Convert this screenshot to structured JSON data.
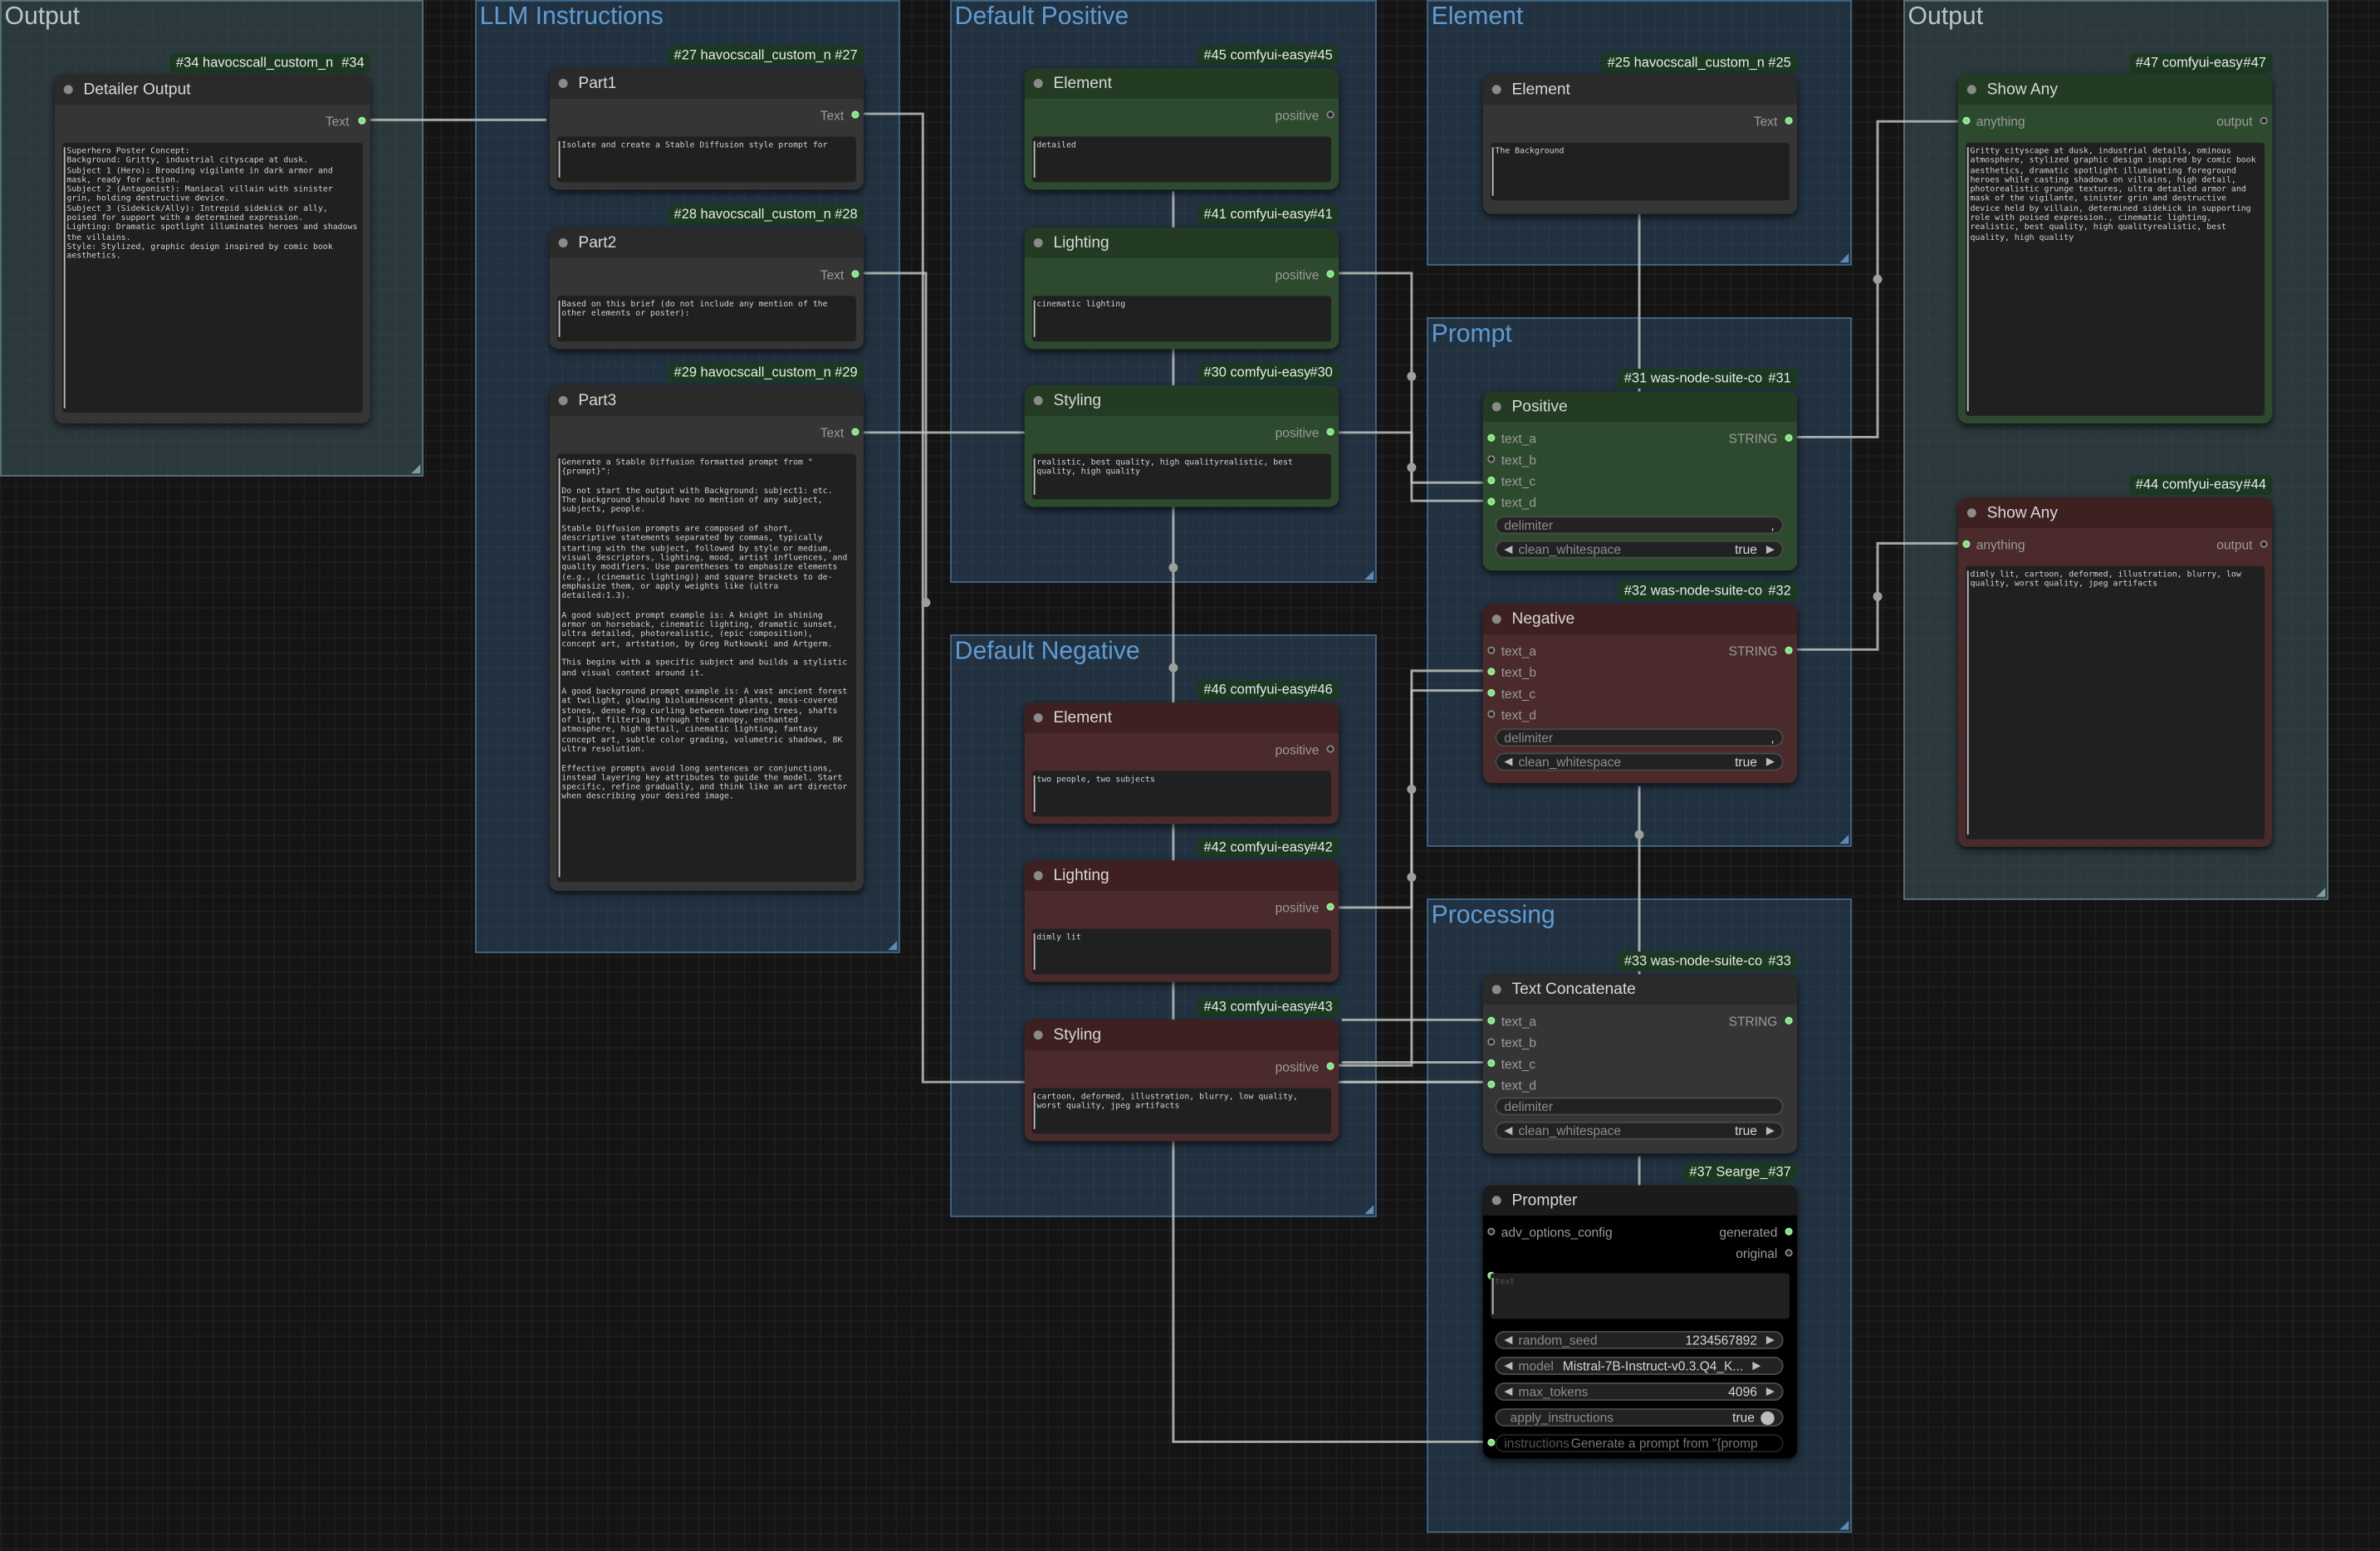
{
  "groups": {
    "output_left": "Output",
    "llm_instructions": "LLM Instructions",
    "default_positive": "Default Positive",
    "element": "Element",
    "prompt": "Prompt",
    "default_negative": "Default Negative",
    "processing": "Processing",
    "output_right": "Output"
  },
  "slot_labels": {
    "text": "Text",
    "positive": "positive",
    "string": "STRING",
    "anything": "anything",
    "output": "output",
    "text_a": "text_a",
    "text_b": "text_b",
    "text_c": "text_c",
    "text_d": "text_d",
    "delimiter": "delimiter",
    "delimiter_value": ",",
    "clean_whitespace": "clean_whitespace",
    "true": "true",
    "adv_options_config": "adv_options_config",
    "generated": "generated",
    "original": "original"
  },
  "nodes": {
    "detailer_output": {
      "tag": "#34 havocscall_custom_n",
      "num": "#34",
      "title": "Detailer Output",
      "text": "Superhero Poster Concept:\nBackground: Gritty, industrial cityscape at dusk.\nSubject 1 (Hero): Brooding vigilante in dark armor and mask, ready for action.\nSubject 2 (Antagonist): Maniacal villain with sinister grin, holding destructive device.\nSubject 3 (Sidekick/Ally): Intrepid sidekick or ally, poised for support with a determined expression.\nLighting: Dramatic spotlight illuminates heroes and shadows the villains.\nStyle: Stylized, graphic design inspired by comic book aesthetics."
    },
    "part1": {
      "tag": "#27 havocscall_custom_n",
      "num": "#27",
      "title": "Part1",
      "text": "Isolate and create a Stable Diffusion style prompt for"
    },
    "part2": {
      "tag": "#28 havocscall_custom_n",
      "num": "#28",
      "title": "Part2",
      "text": "Based on this brief (do not include any mention of the other elements or poster):"
    },
    "part3": {
      "tag": "#29 havocscall_custom_n",
      "num": "#29",
      "title": "Part3",
      "text": "Generate a Stable Diffusion formatted prompt from \"{prompt}\":\n\nDo not start the output with Background: subject1: etc. The background should have no mention of any subject, subjects, people.\n\nStable Diffusion prompts are composed of short, descriptive statements separated by commas, typically starting with the subject, followed by style or medium, visual descriptors, lighting, mood, artist influences, and quality modifiers. Use parentheses to emphasize elements (e.g., (cinematic lighting)) and square brackets to de-emphasize them, or apply weights like (ultra detailed:1.3).\n\nA good subject prompt example is: A knight in shining armor on horseback, cinematic lighting, dramatic sunset, ultra detailed, photorealistic, (epic composition), concept art, artstation, by Greg Rutkowski and Artgerm.\n\nThis begins with a specific subject and builds a stylistic and visual context around it.\n\nA good background prompt example is: A vast ancient forest at twilight, glowing bioluminescent plants, moss-covered stones, dense fog curling between towering trees, shafts of light filtering through the canopy, enchanted atmosphere, high detail, cinematic lighting, fantasy concept art, subtle color grading, volumetric shadows, 8K ultra resolution.\n\nEffective prompts avoid long sentences or conjunctions, instead layering key attributes to guide the model. Start specific, refine gradually, and think like an art director when describing your desired image."
    },
    "pos_element": {
      "tag": "#45 comfyui-easy",
      "num": "#45",
      "title": "Element",
      "text": "detailed"
    },
    "pos_lighting": {
      "tag": "#41 comfyui-easy",
      "num": "#41",
      "title": "Lighting",
      "text": "cinematic lighting"
    },
    "pos_styling": {
      "tag": "#30 comfyui-easy",
      "num": "#30",
      "title": "Styling",
      "text": "realistic, best quality, high qualityrealistic, best quality, high quality"
    },
    "neg_element": {
      "tag": "#46 comfyui-easy",
      "num": "#46",
      "title": "Element",
      "text": "two people, two subjects"
    },
    "neg_lighting": {
      "tag": "#42 comfyui-easy",
      "num": "#42",
      "title": "Lighting",
      "text": "dimly lit"
    },
    "neg_styling": {
      "tag": "#43 comfyui-easy",
      "num": "#43",
      "title": "Styling",
      "text": "cartoon, deformed, illustration, blurry, low quality, worst quality, jpeg artifacts"
    },
    "element": {
      "tag": "#25 havocscall_custom_n",
      "num": "#25",
      "title": "Element",
      "text": "The Background"
    },
    "positive": {
      "tag": "#31 was-node-suite-co",
      "num": "#31",
      "title": "Positive"
    },
    "negative": {
      "tag": "#32 was-node-suite-co",
      "num": "#32",
      "title": "Negative"
    },
    "concat": {
      "tag": "#33 was-node-suite-co",
      "num": "#33",
      "title": "Text Concatenate"
    },
    "prompter": {
      "tag": "#37 Searge_",
      "num": "#37",
      "title": "Prompter",
      "prompt_placeholder": "text",
      "random_seed_label": "random_seed",
      "random_seed": "1234567892",
      "model_label": "model",
      "model": "Mistral-7B-Instruct-v0.3.Q4_K...",
      "max_tokens_label": "max_tokens",
      "max_tokens": "4096",
      "apply_instructions_label": "apply_instructions",
      "apply_instructions": "true",
      "instructions_label": "instructions",
      "instructions": "Generate a prompt from \"{promp"
    },
    "show_any_pos": {
      "tag": "#47 comfyui-easy",
      "num": "#47",
      "title": "Show Any",
      "text": "Gritty cityscape at dusk, industrial details, ominous atmosphere, stylized graphic design inspired by comic book aesthetics, dramatic spotlight illuminating foreground heroes while casting shadows on villains, high detail, photorealistic grunge textures, ultra detailed armor and mask of the vigilante, sinister grin and destructive device held by villain, determined sidekick in supporting role with poised expression., cinematic lighting, realistic, best quality, high qualityrealistic, best quality, high quality"
    },
    "show_any_neg": {
      "tag": "#44 comfyui-easy",
      "num": "#44",
      "title": "Show Any",
      "text": "dimly lit, cartoon, deformed, illustration, blurry, low quality, worst quality, jpeg artifacts"
    }
  }
}
